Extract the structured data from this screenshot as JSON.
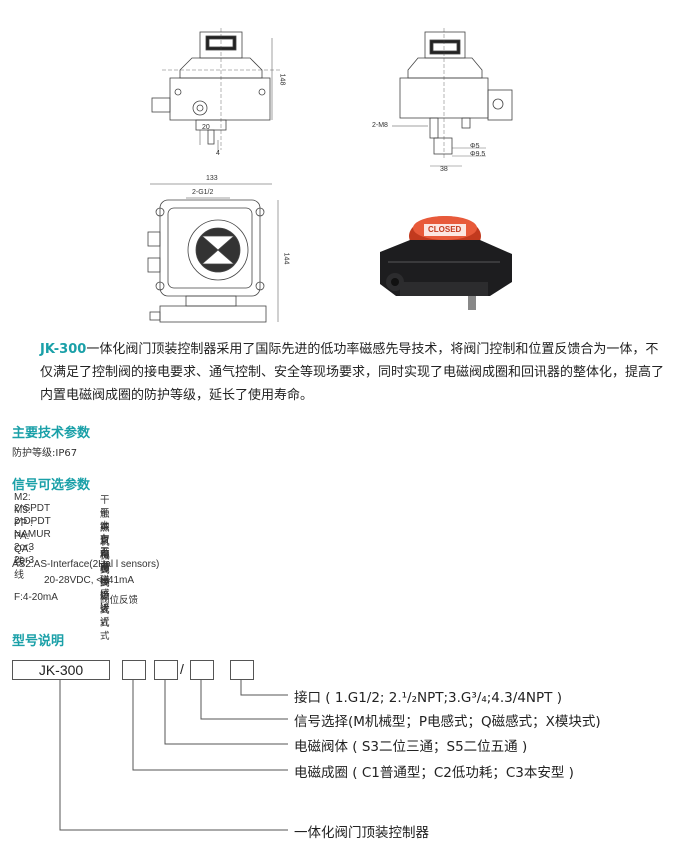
{
  "drawings": {
    "front_height_dim": "148",
    "front_small_dim": "4",
    "front_small_dim2": "20",
    "side_thread_label": "2-M8",
    "side_dia1": "Φ5",
    "side_dia2": "Φ9.5",
    "side_width_dim": "38",
    "top_width_dim": "133",
    "top_port_label": "2-G1/2",
    "top_height_dim": "144",
    "indicator_text": "CLOSED"
  },
  "intro": {
    "model": "JK-300",
    "text": "一体化阀门顶装控制器采用了国际先进的低功率磁感先导技术，将阀门控制和位置反馈合为一体，不仅满足了控制阀的接电要求、通气控制、安全等现场要求，同时实现了电磁阀成圈和回讯器的整体化，提高了内置电磁阀成圈的防护等级，延长了使用寿命。"
  },
  "tech_params": {
    "heading": "主要技术参数",
    "protection": "防护等级:IP67"
  },
  "signal_options": {
    "heading": "信号可选参数",
    "items": [
      {
        "code": "M2: 2*SPDT",
        "desc": "干触点机械式"
      },
      {
        "code": "M5: 2*DPDT",
        "desc": "干触点机械式"
      },
      {
        "code": "PP : NAMUR",
        "desc": "本安电感接近式"
      },
      {
        "code": "PA: 2or3线",
        "desc": "有源电感接近式"
      },
      {
        "code": "QA: 2or3线",
        "desc": "无源磁感接近式"
      }
    ],
    "as2_line1": "AS2:AS-Interface(2Hal l sensors)",
    "as2_line2": "20-28VDC, <=41mA",
    "f_code": "F:4-20mA",
    "f_desc": "阀位反馈"
  },
  "model_code": {
    "heading": "型号说明",
    "base": "JK-300",
    "slash": "/",
    "descriptions": [
      "接口 ( 1.G1/2; 2.¹/₂NPT;3.G³/₄;4.3/4NPT )",
      "信号选择(M机械型；P电感式；Q磁感式；X模块式)",
      "电磁阀体 ( S3二位三通；S5二位五通 )",
      "电磁成圈 ( C1普通型；C2低功耗；C3本安型 )",
      "一体化阀门顶装控制器"
    ]
  }
}
